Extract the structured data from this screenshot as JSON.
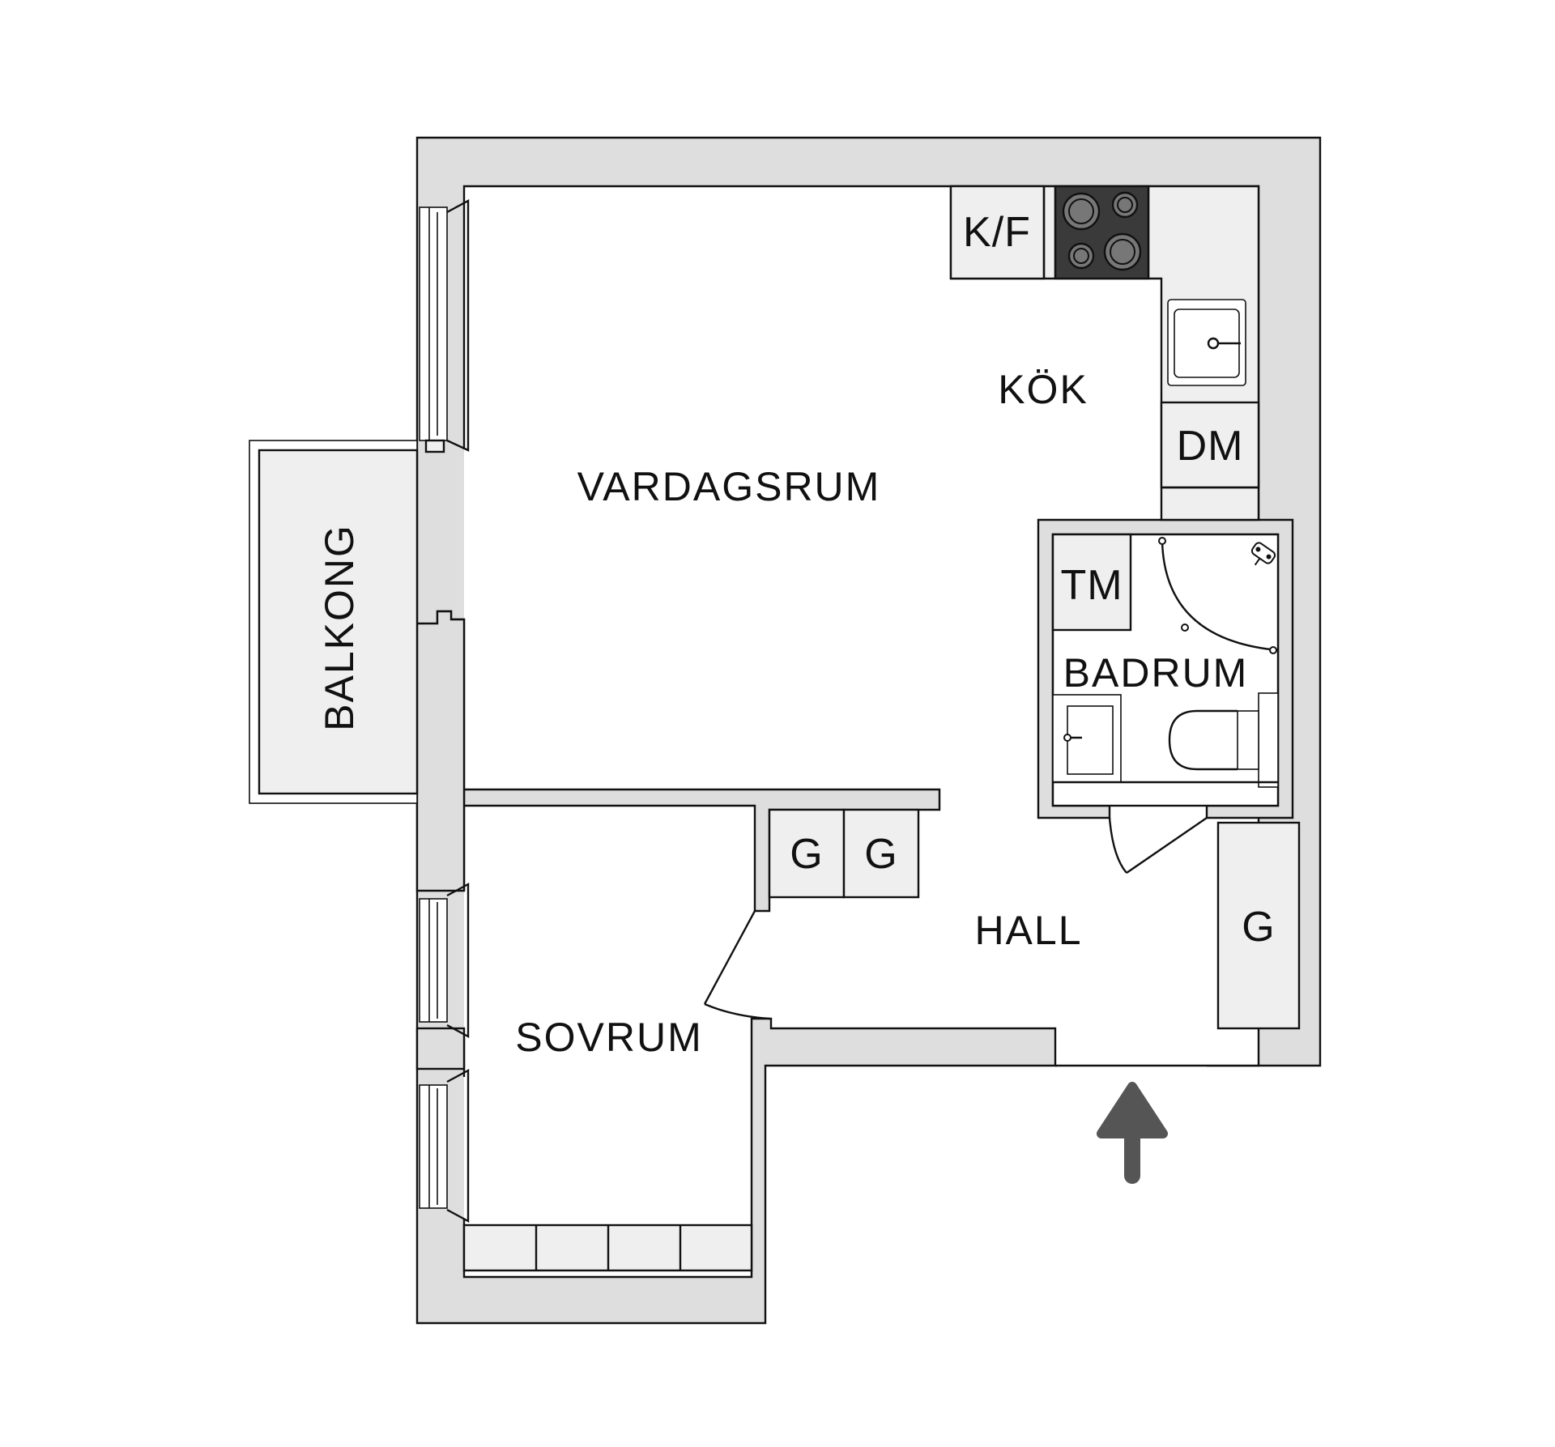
{
  "rooms": {
    "living": "VARDAGSRUM",
    "kitchen": "KÖK",
    "bathroom": "BADRUM",
    "bedroom": "SOVRUM",
    "hall": "HALL",
    "balcony": "BALKONG"
  },
  "fixtures": {
    "fridge_freezer": "K/F",
    "dishwasher": "DM",
    "washing_machine": "TM",
    "wardrobe_1": "G",
    "wardrobe_2": "G",
    "wardrobe_3": "G"
  },
  "colors": {
    "wall": "#dedede",
    "fixture": "#efefef",
    "stove": "#3a3a3a",
    "entrance_arrow": "#555555",
    "line": "#111111"
  },
  "icons": {
    "entrance": "arrow-up-icon",
    "stove": "stove-icon",
    "sink": "sink-icon",
    "toilet": "toilet-icon",
    "shower": "shower-icon"
  }
}
